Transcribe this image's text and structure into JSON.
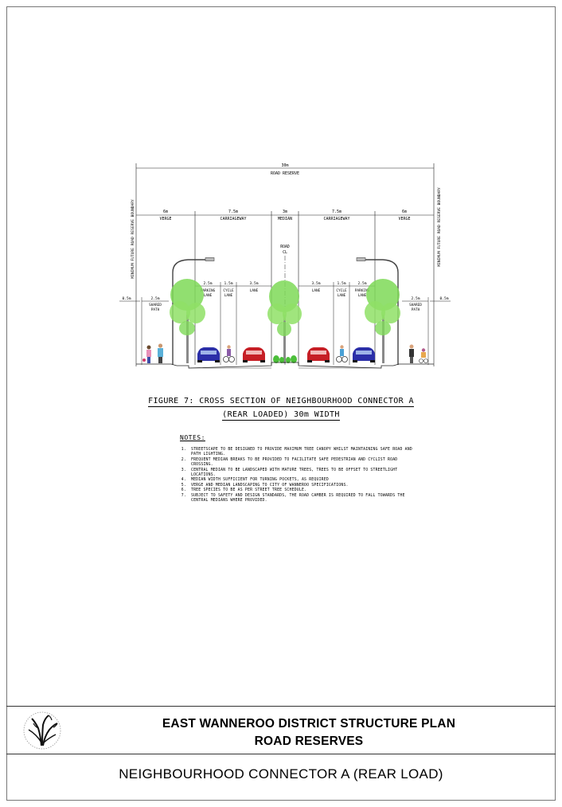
{
  "section": {
    "total_width": "30m",
    "road_reserve": "ROAD RESERVE",
    "boundary_label": "MINIMUM FUTURE ROAD RESERVE BOUNDARY",
    "zones": {
      "verge_width": "6m",
      "verge": "VERGE",
      "carriageway_width": "7.5m",
      "carriageway": "CARRIAGEWAY",
      "median_width": "3m",
      "median": "MEDIAN"
    },
    "road_cl": [
      "ROAD",
      "CL"
    ],
    "lanes": {
      "parking_width": "2.5m",
      "parking": [
        "PARKING",
        "LANE"
      ],
      "cycle_width": "1.5m",
      "cycle": [
        "CYCLE",
        "LANE"
      ],
      "lane_width": "3.5m",
      "lane": "LANE"
    },
    "shared_path_width": "2.5m",
    "shared_path": [
      "SHARED",
      "PATH"
    ],
    "edge_width": "0.5m"
  },
  "figure": {
    "caption_line1": "FIGURE 7: CROSS SECTION OF NEIGHBOURHOOD CONNECTOR A",
    "caption_line2": "(REAR LOADED) 30m WIDTH"
  },
  "notes": {
    "title": "NOTES:",
    "items": [
      "STREETSCAPE TO BE DESIGNED TO PROVIDE MAXIMUM TREE CANOPY WHILST MAINTAINING SAFE ROAD AND PATH LIGHTING.",
      "FREQUENT MEDIAN BREAKS TO BE PROVIDED TO FACILITATE SAFE PEDESTRIAN AND CYCLIST ROAD CROSSING.",
      "CENTRAL MEDIAN TO BE LANDSCAPED WITH MATURE TREES, TREES TO BE OFFSET TO STREETLIGHT LOCATIONS.",
      "MEDIAN WIDTH SUFFICIENT FOR TURNING POCKETS, AS REQUIRED",
      "VERGE AND MEDIAN LANDSCAPING TO CITY OF WANNEROO SPECIFICATIONS.",
      "TREE SPECIES TO BE AS PER STREET TREE SCHEDULE.",
      "SUBJECT TO SAFETY AND DESIGN STANDARDS, THE ROAD CAMBER IS REQUIRED TO FALL TOWARDS THE CENTRAL MEDIANS WHERE PROVIDED."
    ]
  },
  "title_block": {
    "title_line1": "EAST WANNEROO DISTRICT STRUCTURE PLAN",
    "title_line2": "ROAD RESERVES",
    "subtitle": "NEIGHBOURHOOD CONNECTOR A (REAR LOAD)"
  },
  "colors": {
    "tree": "#7ed957",
    "car_blue": "#2b2fa8",
    "car_red": "#c61e25",
    "line": "#222222"
  }
}
